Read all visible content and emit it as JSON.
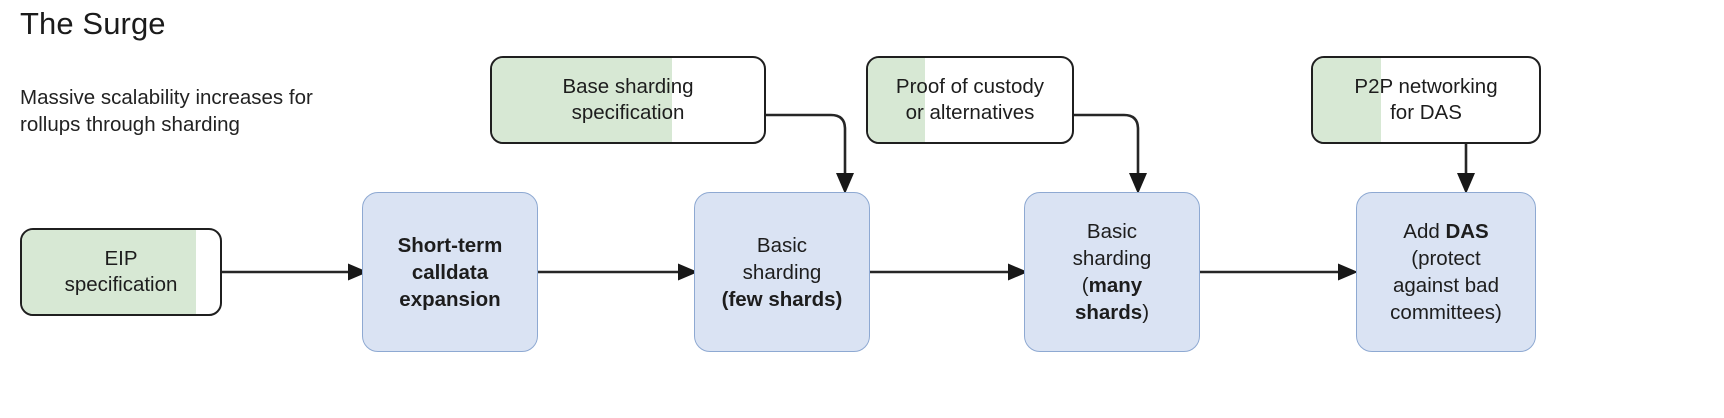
{
  "header": {
    "title": "The Surge",
    "subtitle": "Massive scalability increases for rollups through sharding"
  },
  "colors": {
    "progress_green": "#d7e8d4",
    "milestone_blue_fill": "#dae3f3",
    "milestone_blue_border": "#8ea9d2",
    "spec_border": "#1f1f1f",
    "arrow": "#262626",
    "text": "#1d1d1d",
    "background": "#ffffff"
  },
  "spec_nodes": [
    {
      "id": "eip-specification",
      "lines": [
        "EIP",
        "specification"
      ],
      "progress_percent": 88
    },
    {
      "id": "base-sharding-specification",
      "lines": [
        "Base sharding",
        "specification"
      ],
      "progress_percent": 66
    },
    {
      "id": "proof-of-custody-or-alternatives",
      "lines": [
        "Proof of custody",
        "or alternatives"
      ],
      "progress_percent": 28
    },
    {
      "id": "p2p-networking-for-das",
      "lines": [
        "P2P networking",
        "for DAS"
      ],
      "progress_percent": 30
    }
  ],
  "milestone_nodes": [
    {
      "id": "short-term-calldata-expansion",
      "lines": [
        {
          "text": "Short-term",
          "bold": true
        },
        {
          "text": "calldata",
          "bold": true
        },
        {
          "text": "expansion",
          "bold": true
        }
      ]
    },
    {
      "id": "basic-sharding-few-shards",
      "lines": [
        {
          "text": "Basic",
          "bold": false
        },
        {
          "text": "sharding",
          "bold": false
        },
        {
          "text": "(few shards)",
          "bold": true
        }
      ]
    },
    {
      "id": "basic-sharding-many-shards",
      "lines": [
        {
          "text": "Basic",
          "bold": false
        },
        {
          "text": "sharding",
          "bold": false
        },
        {
          "text": "(",
          "bold": false,
          "suffix_bold": "many"
        },
        {
          "text": "shards",
          "bold": true,
          "suffix": ")"
        }
      ]
    },
    {
      "id": "add-das-protect-against-bad-committees",
      "lines": [
        {
          "text": "Add ",
          "bold": false,
          "suffix_bold": "DAS"
        },
        {
          "text": "(protect",
          "bold": false
        },
        {
          "text": "against bad",
          "bold": false
        },
        {
          "text": "committees)",
          "bold": false
        }
      ]
    }
  ],
  "flow_order": [
    "EIP specification",
    "Short-term calldata expansion",
    "Basic sharding (few shards)",
    "Basic sharding (many shards)",
    "Add DAS (protect against bad committees)"
  ]
}
